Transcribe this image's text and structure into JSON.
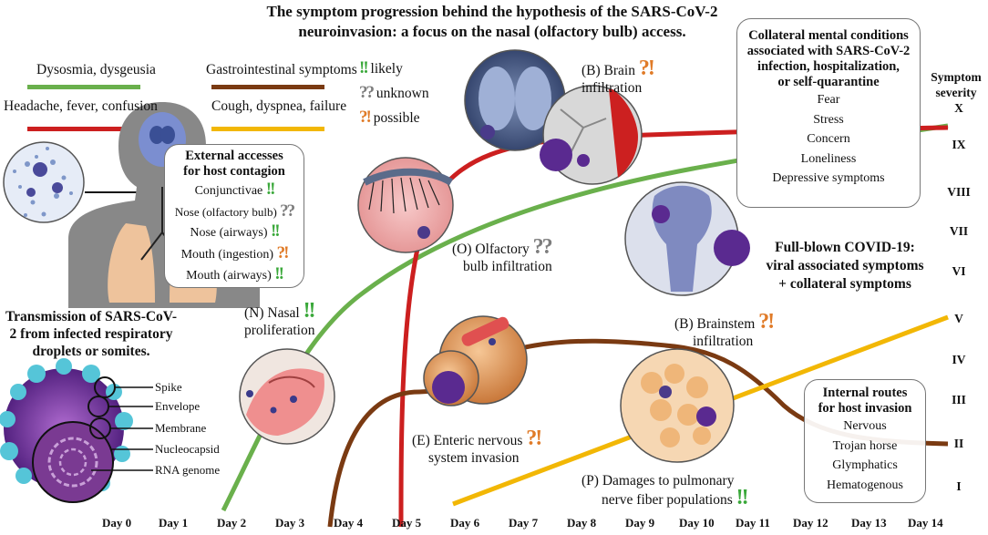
{
  "title_line1": "The symptom progression behind the hypothesis of the SARS-CoV-2",
  "title_line2": "neuroinvasion: a focus on the nasal (olfactory bulb) access.",
  "legend": {
    "dysosmia": "Dysosmia, dysgeusia",
    "headache": "Headache, fever, confusion",
    "gastro": "Gastrointestinal symptoms",
    "cough": "Cough, dyspnea, failure",
    "likely": "likely",
    "unknown": "unknown",
    "possible": "possible",
    "likely_mark": "!!",
    "unknown_mark": "??",
    "possible_mark": "?!"
  },
  "colors": {
    "dysosmia": "#6ab04c",
    "headache": "#cc1f1f",
    "gastro": "#7a3a12",
    "cough": "#f2b705",
    "likely": "#3aa83a",
    "unknown": "#7d7d7d",
    "possible": "#e07b28"
  },
  "external_box": {
    "title_line1": "External accesses",
    "title_line2": "for host contagion",
    "items": [
      {
        "label": "Conjunctivae",
        "mark": "!!"
      },
      {
        "label": "Nose (olfactory bulb)",
        "mark": "??"
      },
      {
        "label": "Nose (airways)",
        "mark": "!!"
      },
      {
        "label": "Mouth (ingestion)",
        "mark": "?!"
      },
      {
        "label": "Mouth (airways)",
        "mark": "!!"
      }
    ]
  },
  "transmission": {
    "line1": "Transmission of SARS-CoV-",
    "line2": "2 from infected respiratory",
    "line3": "droplets or somites."
  },
  "virus_parts": [
    "Spike",
    "Envelope",
    "Membrane",
    "Nucleocapsid",
    "RNA genome"
  ],
  "stages": {
    "nasal_l1": "(N) Nasal",
    "nasal_l2": "proliferation",
    "nasal_mark": "!!",
    "olfactory_l1": "(O) Olfactory",
    "olfactory_l2": "bulb infiltration",
    "olfactory_mark": "??",
    "brain_l1": "(B) Brain",
    "brain_l2": "infiltration",
    "brain_mark": "?!",
    "brainstem_l1": "(B) Brainstem",
    "brainstem_l2": "infiltration",
    "brainstem_mark": "?!",
    "enteric_l1": "(E) Enteric nervous",
    "enteric_l2": "system invasion",
    "enteric_mark": "?!",
    "pulmonary_l1": "(P) Damages to pulmonary",
    "pulmonary_l2": "nerve fiber populations",
    "pulmonary_mark": "!!"
  },
  "mental_box": {
    "title_line1": "Collateral mental conditions",
    "title_line2": "associated with SARS-CoV-2",
    "title_line3": "infection, hospitalization,",
    "title_line4": "or self-quarantine",
    "items": [
      "Fear",
      "Stress",
      "Concern",
      "Loneliness",
      "Depressive symptoms"
    ]
  },
  "covid": {
    "line1": "Full-blown COVID-19:",
    "line2": "viral associated symptoms",
    "line3": "+ collateral symptoms"
  },
  "internal_box": {
    "title_line1": "Internal routes",
    "title_line2": "for host invasion",
    "items": [
      "Nervous",
      "Trojan horse",
      "Glymphatics",
      "Hematogenous"
    ]
  },
  "severity_title_line1": "Symptom",
  "severity_title_line2": "severity",
  "severity_levels": [
    "X",
    "IX",
    "VIII",
    "VII",
    "VI",
    "V",
    "IV",
    "III",
    "II",
    "I"
  ],
  "days": [
    "Day 0",
    "Day 1",
    "Day 2",
    "Day 3",
    "Day 4",
    "Day 5",
    "Day 6",
    "Day 7",
    "Day 8",
    "Day 9",
    "Day 10",
    "Day 11",
    "Day 12",
    "Day 13",
    "Day 14"
  ]
}
